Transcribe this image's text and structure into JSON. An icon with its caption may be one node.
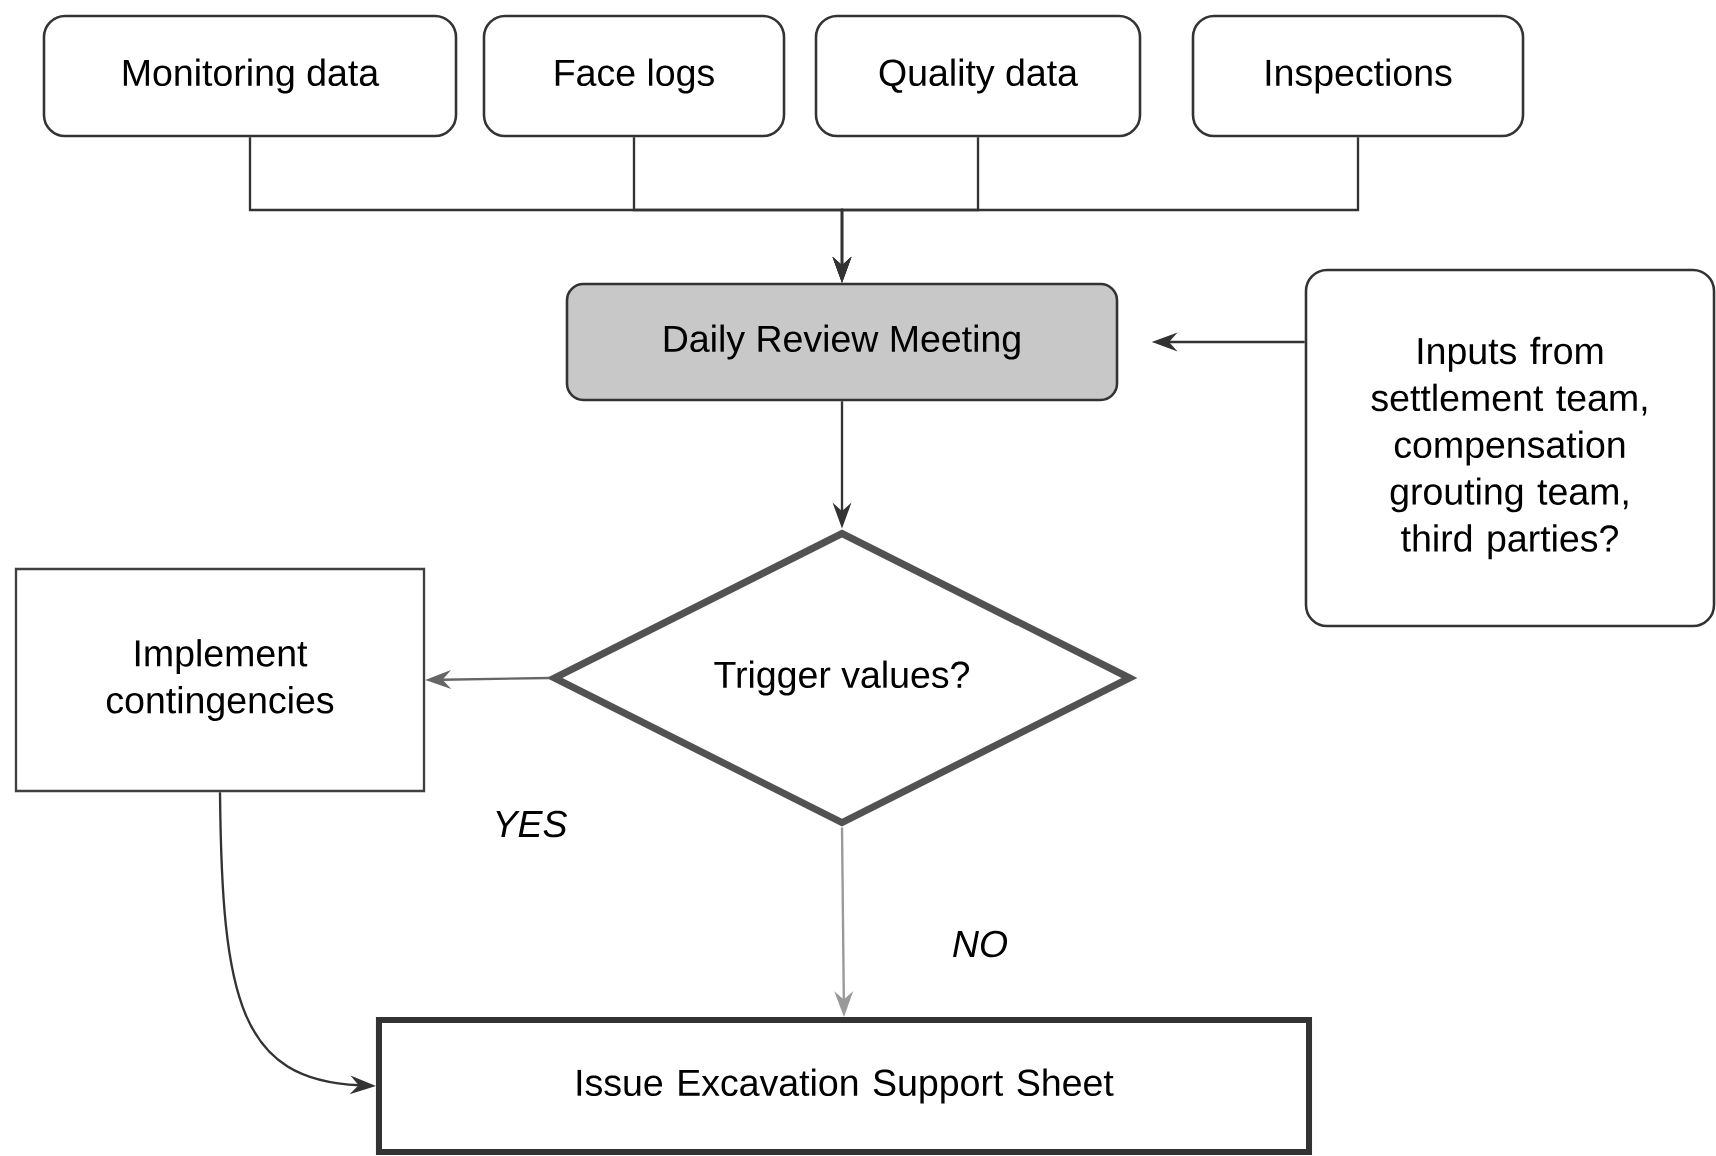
{
  "diagram": {
    "nodes": [
      {
        "text": [
          "Monitoring data"
        ]
      },
      {
        "text": [
          "Face logs"
        ]
      },
      {
        "text": [
          "Quality data"
        ]
      },
      {
        "text": [
          "Inspections"
        ]
      },
      {
        "text": [
          "Daily Review Meeting"
        ]
      },
      {
        "text": [
          "Inputs from settlement team, compensation grouting team, third parties?"
        ]
      },
      {
        "text": [
          "Trigger values?"
        ]
      },
      {
        "text": [
          "Implement contingencies"
        ]
      },
      {
        "text": [
          "Issue  Excavation Support Sheet"
        ]
      }
    ],
    "edges": [
      {
        "from": 0,
        "to": 4,
        "arrow": "to"
      },
      {
        "from": 1,
        "to": 4,
        "arrow": "to"
      },
      {
        "from": 2,
        "to": 4,
        "arrow": "to"
      },
      {
        "from": 3,
        "to": 4,
        "arrow": "to"
      },
      {
        "from": 5,
        "to": 4,
        "arrow": "to"
      },
      {
        "from": 4,
        "to": 6,
        "arrow": "to"
      },
      {
        "from": 6,
        "to": 7,
        "arrow": "to",
        "label": "YES",
        "color": "#666666"
      },
      {
        "from": 6,
        "to": 8,
        "arrow": "to",
        "label": "NO",
        "color": "#999999"
      },
      {
        "from": 7,
        "to": 8,
        "arrow": "to"
      }
    ]
  }
}
